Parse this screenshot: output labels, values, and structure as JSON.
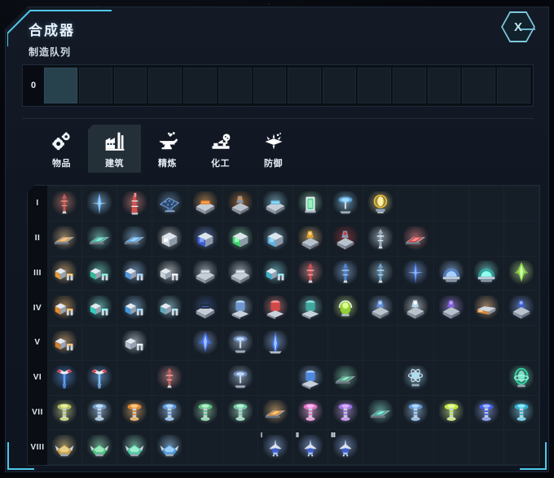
{
  "window": {
    "title": "合成器",
    "subtitle": "制造队列",
    "close_label": "X",
    "accent_color": "#7fc9de",
    "panel_bg": "#111722",
    "cell_bg": "#151d26",
    "selected_slot_color": "#27414d"
  },
  "queue": {
    "count": "0",
    "slot_total": 14,
    "selected_index": 0
  },
  "tabs": [
    {
      "label": "物品",
      "icon": "gears-icon",
      "active": false
    },
    {
      "label": "建筑",
      "icon": "factory-icon",
      "active": true
    },
    {
      "label": "精炼",
      "icon": "anvil-icon",
      "active": false
    },
    {
      "label": "化工",
      "icon": "chemistry-icon",
      "active": false
    },
    {
      "label": "防御",
      "icon": "turret-icon",
      "active": false
    }
  ],
  "grid": {
    "columns": 14,
    "rows": [
      {
        "label": "I",
        "items": [
          {
            "c": 1,
            "icon": "drill-tower-icon",
            "color": "#c75a55",
            "glow": "#e08a7a",
            "shape": "tower"
          },
          {
            "c": 2,
            "icon": "energy-spire-icon",
            "color": "#6fa8ff",
            "glow": "#9cd8ff",
            "shape": "spire"
          },
          {
            "c": 3,
            "icon": "oil-derrick-icon",
            "color": "#d2514d",
            "glow": "#f0908c",
            "shape": "derrick"
          },
          {
            "c": 4,
            "icon": "solar-panel-icon",
            "color": "#3e5f8a",
            "glow": "#7fa8d8",
            "shape": "panel"
          },
          {
            "c": 5,
            "icon": "thermal-plant-icon",
            "color": "#e07a2a",
            "glow": "#ffb060",
            "shape": "block"
          },
          {
            "c": 6,
            "icon": "mining-machine-icon",
            "color": "#8a96a8",
            "glow": "#e08a3a",
            "shape": "rig"
          },
          {
            "c": 7,
            "icon": "water-pump-icon",
            "color": "#5fb8e0",
            "glow": "#9fdcf5",
            "shape": "block"
          },
          {
            "c": 8,
            "icon": "green-reactor-icon",
            "color": "#4fd08a",
            "glow": "#a8f5c8",
            "shape": "canister"
          },
          {
            "c": 9,
            "icon": "wind-turbine-icon",
            "color": "#5fa8e8",
            "glow": "#a0dcff",
            "shape": "dish"
          },
          {
            "c": 10,
            "icon": "fusion-orb-icon",
            "color": "#f0c030",
            "glow": "#fff0a0",
            "shape": "orb"
          }
        ]
      },
      {
        "label": "II",
        "items": [
          {
            "c": 1,
            "icon": "conveyor-belt-1-icon",
            "color": "#d8a05a",
            "glow": "#f0c890",
            "shape": "belt"
          },
          {
            "c": 2,
            "icon": "conveyor-belt-2-icon",
            "color": "#3fb8a0",
            "glow": "#90e8d8",
            "shape": "belt"
          },
          {
            "c": 3,
            "icon": "conveyor-belt-3-icon",
            "color": "#5fa8e8",
            "glow": "#a0d8ff",
            "shape": "belt"
          },
          {
            "c": 4,
            "icon": "storage-box-icon",
            "color": "#c8cfd8",
            "glow": "#ffffff",
            "shape": "box"
          },
          {
            "c": 5,
            "icon": "blue-container-icon",
            "color": "#3a5fd0",
            "glow": "#88a8ff",
            "shape": "box"
          },
          {
            "c": 6,
            "icon": "green-tank-icon",
            "color": "#3fd070",
            "glow": "#a0ffc0",
            "shape": "box"
          },
          {
            "c": 7,
            "icon": "liquid-tank-icon",
            "color": "#5fb0e0",
            "glow": "#a8dcf5",
            "shape": "box"
          },
          {
            "c": 8,
            "icon": "sorter-arm-icon",
            "color": "#e0a030",
            "glow": "#ffd080",
            "shape": "rig"
          },
          {
            "c": 9,
            "icon": "logistic-drone-icon",
            "color": "#8898b0",
            "glow": "#c84040",
            "shape": "rig"
          },
          {
            "c": 10,
            "icon": "signal-tower-icon",
            "color": "#9fb0c0",
            "glow": "#d8e8f5",
            "shape": "tower"
          },
          {
            "c": 11,
            "icon": "red-rail-icon",
            "color": "#d04040",
            "glow": "#ff9090",
            "shape": "belt"
          }
        ]
      },
      {
        "label": "III",
        "items": [
          {
            "c": 1,
            "icon": "assembler-1-icon",
            "color": "#e09a40",
            "glow": "#ffc880",
            "shape": "machine"
          },
          {
            "c": 2,
            "icon": "assembler-2-icon",
            "color": "#2fb898",
            "glow": "#80f0d8",
            "shape": "machine"
          },
          {
            "c": 3,
            "icon": "assembler-3-icon",
            "color": "#4f98e0",
            "glow": "#a0d0ff",
            "shape": "machine"
          },
          {
            "c": 4,
            "icon": "assembler-4-icon",
            "color": "#c8d0d8",
            "glow": "#ffffff",
            "shape": "machine"
          },
          {
            "c": 5,
            "icon": "smelter-icon",
            "color": "#a8b4c0",
            "glow": "#e0ecf5",
            "shape": "block"
          },
          {
            "c": 6,
            "icon": "refinery-icon",
            "color": "#b0bcc8",
            "glow": "#e8f0f8",
            "shape": "block"
          },
          {
            "c": 7,
            "icon": "chem-plant-icon",
            "color": "#3fb0c8",
            "glow": "#90e8f5",
            "shape": "machine"
          },
          {
            "c": 8,
            "icon": "lab-tower-icon",
            "color": "#d05050",
            "glow": "#ffa0a0",
            "shape": "tower"
          },
          {
            "c": 9,
            "icon": "research-spire-icon",
            "color": "#4f88d8",
            "glow": "#a0c8ff",
            "shape": "tower"
          },
          {
            "c": 10,
            "icon": "particle-tower-icon",
            "color": "#6fa0c8",
            "glow": "#b0d8f0",
            "shape": "tower"
          },
          {
            "c": 11,
            "icon": "beam-emitter-icon",
            "color": "#4070e0",
            "glow": "#90b8ff",
            "shape": "spire"
          },
          {
            "c": 12,
            "icon": "shield-dome-icon",
            "color": "#5f98f0",
            "glow": "#a8d0ff",
            "shape": "dome"
          },
          {
            "c": 13,
            "icon": "cyan-dome-icon",
            "color": "#2fc8c0",
            "glow": "#90fff0",
            "shape": "dome"
          },
          {
            "c": 14,
            "icon": "green-crystal-icon",
            "color": "#8fe050",
            "glow": "#d0ffa0",
            "shape": "crystal"
          }
        ]
      },
      {
        "label": "IV",
        "items": [
          {
            "c": 1,
            "icon": "smelt-unit-1-icon",
            "color": "#e08a30",
            "glow": "#ffc070",
            "shape": "machine"
          },
          {
            "c": 2,
            "icon": "smelt-unit-2-icon",
            "color": "#2fd0c0",
            "glow": "#90fff0",
            "shape": "machine"
          },
          {
            "c": 3,
            "icon": "smelt-unit-3-icon",
            "color": "#3f98e0",
            "glow": "#a0d8ff",
            "shape": "machine"
          },
          {
            "c": 4,
            "icon": "smelt-unit-4-icon",
            "color": "#5fa8b8",
            "glow": "#b0e8f5",
            "shape": "machine"
          },
          {
            "c": 5,
            "icon": "dark-matter-icon",
            "color": "#1a1f2a",
            "glow": "#4060a0",
            "shape": "block"
          },
          {
            "c": 6,
            "icon": "silo-blue-icon",
            "color": "#6f98d0",
            "glow": "#b8d8f5",
            "shape": "silo"
          },
          {
            "c": 7,
            "icon": "silo-red-icon",
            "color": "#d04848",
            "glow": "#ff9898",
            "shape": "silo"
          },
          {
            "c": 8,
            "icon": "silo-teal-icon",
            "color": "#3fa8a0",
            "glow": "#90e8e0",
            "shape": "silo"
          },
          {
            "c": 9,
            "icon": "bio-reactor-icon",
            "color": "#a0e830",
            "glow": "#e0ff90",
            "shape": "capsule"
          },
          {
            "c": 10,
            "icon": "plasma-forge-icon",
            "color": "#5f90d8",
            "glow": "#b0d0ff",
            "shape": "rig"
          },
          {
            "c": 11,
            "icon": "cryo-unit-icon",
            "color": "#b8d8f0",
            "glow": "#ffffff",
            "shape": "rig"
          },
          {
            "c": 12,
            "icon": "violet-engine-icon",
            "color": "#8060e0",
            "glow": "#c0a0ff",
            "shape": "rig"
          },
          {
            "c": 13,
            "icon": "cargo-pod-icon",
            "color": "#d08840",
            "glow": "#ffc890",
            "shape": "pod"
          },
          {
            "c": 14,
            "icon": "nav-console-icon",
            "color": "#4060c8",
            "glow": "#90b0ff",
            "shape": "rig"
          }
        ]
      },
      {
        "label": "V",
        "items": [
          {
            "c": 1,
            "icon": "smelter-mk2-icon",
            "color": "#d08030",
            "glow": "#ffc080",
            "shape": "machine"
          },
          {
            "c": 3,
            "icon": "smelter-mk3-icon",
            "color": "#b0bcc8",
            "glow": "#e8f0f8",
            "shape": "machine"
          },
          {
            "c": 5,
            "icon": "crystal-array-icon",
            "color": "#4070f0",
            "glow": "#a0c0ff",
            "shape": "crystal"
          },
          {
            "c": 6,
            "icon": "sat-dish-icon",
            "color": "#7090c8",
            "glow": "#c0d8f5",
            "shape": "dish"
          },
          {
            "c": 7,
            "icon": "plasma-flare-icon",
            "color": "#3f70f0",
            "glow": "#a0c8ff",
            "shape": "flare"
          }
        ]
      },
      {
        "label": "VI",
        "items": [
          {
            "c": 1,
            "icon": "ray-receiver-icon",
            "color": "#e04050",
            "glow": "#60a0ff",
            "shape": "receiver"
          },
          {
            "c": 2,
            "icon": "ray-receiver-charged-icon",
            "color": "#e04050",
            "glow": "#80c0ff",
            "shape": "receiver"
          },
          {
            "c": 4,
            "icon": "red-pillar-icon",
            "color": "#c06060",
            "glow": "#f0a0a0",
            "shape": "tower"
          },
          {
            "c": 6,
            "icon": "comm-dish-icon",
            "color": "#6f90c8",
            "glow": "#c0d8f5",
            "shape": "dish"
          },
          {
            "c": 8,
            "icon": "launch-silo-icon",
            "color": "#4f88e0",
            "glow": "#a8ccff",
            "shape": "silo"
          },
          {
            "c": 9,
            "icon": "mag-rail-icon",
            "color": "#50a080",
            "glow": "#90e8c0",
            "shape": "belt"
          },
          {
            "c": 11,
            "icon": "atom-core-icon",
            "color": "#4fb8e8",
            "glow": "#a0e8ff",
            "shape": "core"
          },
          {
            "c": 14,
            "icon": "sphere-gate-icon",
            "color": "#30d0a0",
            "glow": "#90ffe0",
            "shape": "ring"
          }
        ]
      },
      {
        "label": "VII",
        "items": [
          {
            "c": 1,
            "icon": "tower-olive-icon",
            "color": "#b8c060",
            "glow": "#e8f0a0",
            "shape": "mushroom"
          },
          {
            "c": 2,
            "icon": "tower-frame-icon",
            "color": "#7098c8",
            "glow": "#c0e0f5",
            "shape": "mushroom"
          },
          {
            "c": 3,
            "icon": "tower-orange-icon",
            "color": "#e08830",
            "glow": "#ffc880",
            "shape": "mushroom"
          },
          {
            "c": 4,
            "icon": "tower-blue-icon",
            "color": "#5f98d8",
            "glow": "#b0d8ff",
            "shape": "mushroom"
          },
          {
            "c": 5,
            "icon": "tower-green-icon",
            "color": "#60c080",
            "glow": "#b0f0c8",
            "shape": "mushroom"
          },
          {
            "c": 6,
            "icon": "tower-mint-icon",
            "color": "#70c8a0",
            "glow": "#b8f5d8",
            "shape": "mushroom"
          },
          {
            "c": 7,
            "icon": "rail-orange-icon",
            "color": "#e08830",
            "glow": "#ffc880",
            "shape": "belt"
          },
          {
            "c": 8,
            "icon": "tower-pink-icon",
            "color": "#e070c8",
            "glow": "#ffb8f0",
            "shape": "mushroom"
          },
          {
            "c": 9,
            "icon": "tower-violet-icon",
            "color": "#a070e0",
            "glow": "#d8b0ff",
            "shape": "mushroom"
          },
          {
            "c": 10,
            "icon": "rail-teal-icon",
            "color": "#40a898",
            "glow": "#90e8d8",
            "shape": "belt"
          },
          {
            "c": 11,
            "icon": "tower-charged-icon",
            "color": "#6098d8",
            "glow": "#b0d8ff",
            "shape": "mushroom"
          },
          {
            "c": 12,
            "icon": "tower-lime-icon",
            "color": "#b8e840",
            "glow": "#e8ffa0",
            "shape": "mushroom"
          },
          {
            "c": 13,
            "icon": "tower-indigo-icon",
            "color": "#4060e8",
            "glow": "#a0b8ff",
            "shape": "mushroom"
          },
          {
            "c": 14,
            "icon": "tower-cyan-icon",
            "color": "#30b0d0",
            "glow": "#90e8ff",
            "shape": "mushroom"
          }
        ]
      },
      {
        "label": "VIII",
        "items": [
          {
            "c": 1,
            "icon": "mech-gold-icon",
            "color": "#c8a050",
            "glow": "#f0d890",
            "shape": "mech"
          },
          {
            "c": 2,
            "icon": "mech-green-icon",
            "color": "#50c080",
            "glow": "#a8f0c8",
            "shape": "mech"
          },
          {
            "c": 3,
            "icon": "mech-mint-icon",
            "color": "#50c8a0",
            "glow": "#a8f5d8",
            "shape": "mech"
          },
          {
            "c": 4,
            "icon": "mech-blue-icon",
            "color": "#4f98d8",
            "glow": "#a8d8ff",
            "shape": "mech"
          },
          {
            "c": 7,
            "icon": "fighter-mk1-icon",
            "color": "#4060d0",
            "glow": "#a0c0ff",
            "shape": "ship",
            "tier": "I"
          },
          {
            "c": 8,
            "icon": "fighter-mk2-icon",
            "color": "#4060d0",
            "glow": "#a0c0ff",
            "shape": "ship",
            "tier": "II"
          },
          {
            "c": 9,
            "icon": "fighter-mk3-icon",
            "color": "#4060d0",
            "glow": "#a0c0ff",
            "shape": "ship",
            "tier": "III"
          }
        ]
      }
    ]
  }
}
